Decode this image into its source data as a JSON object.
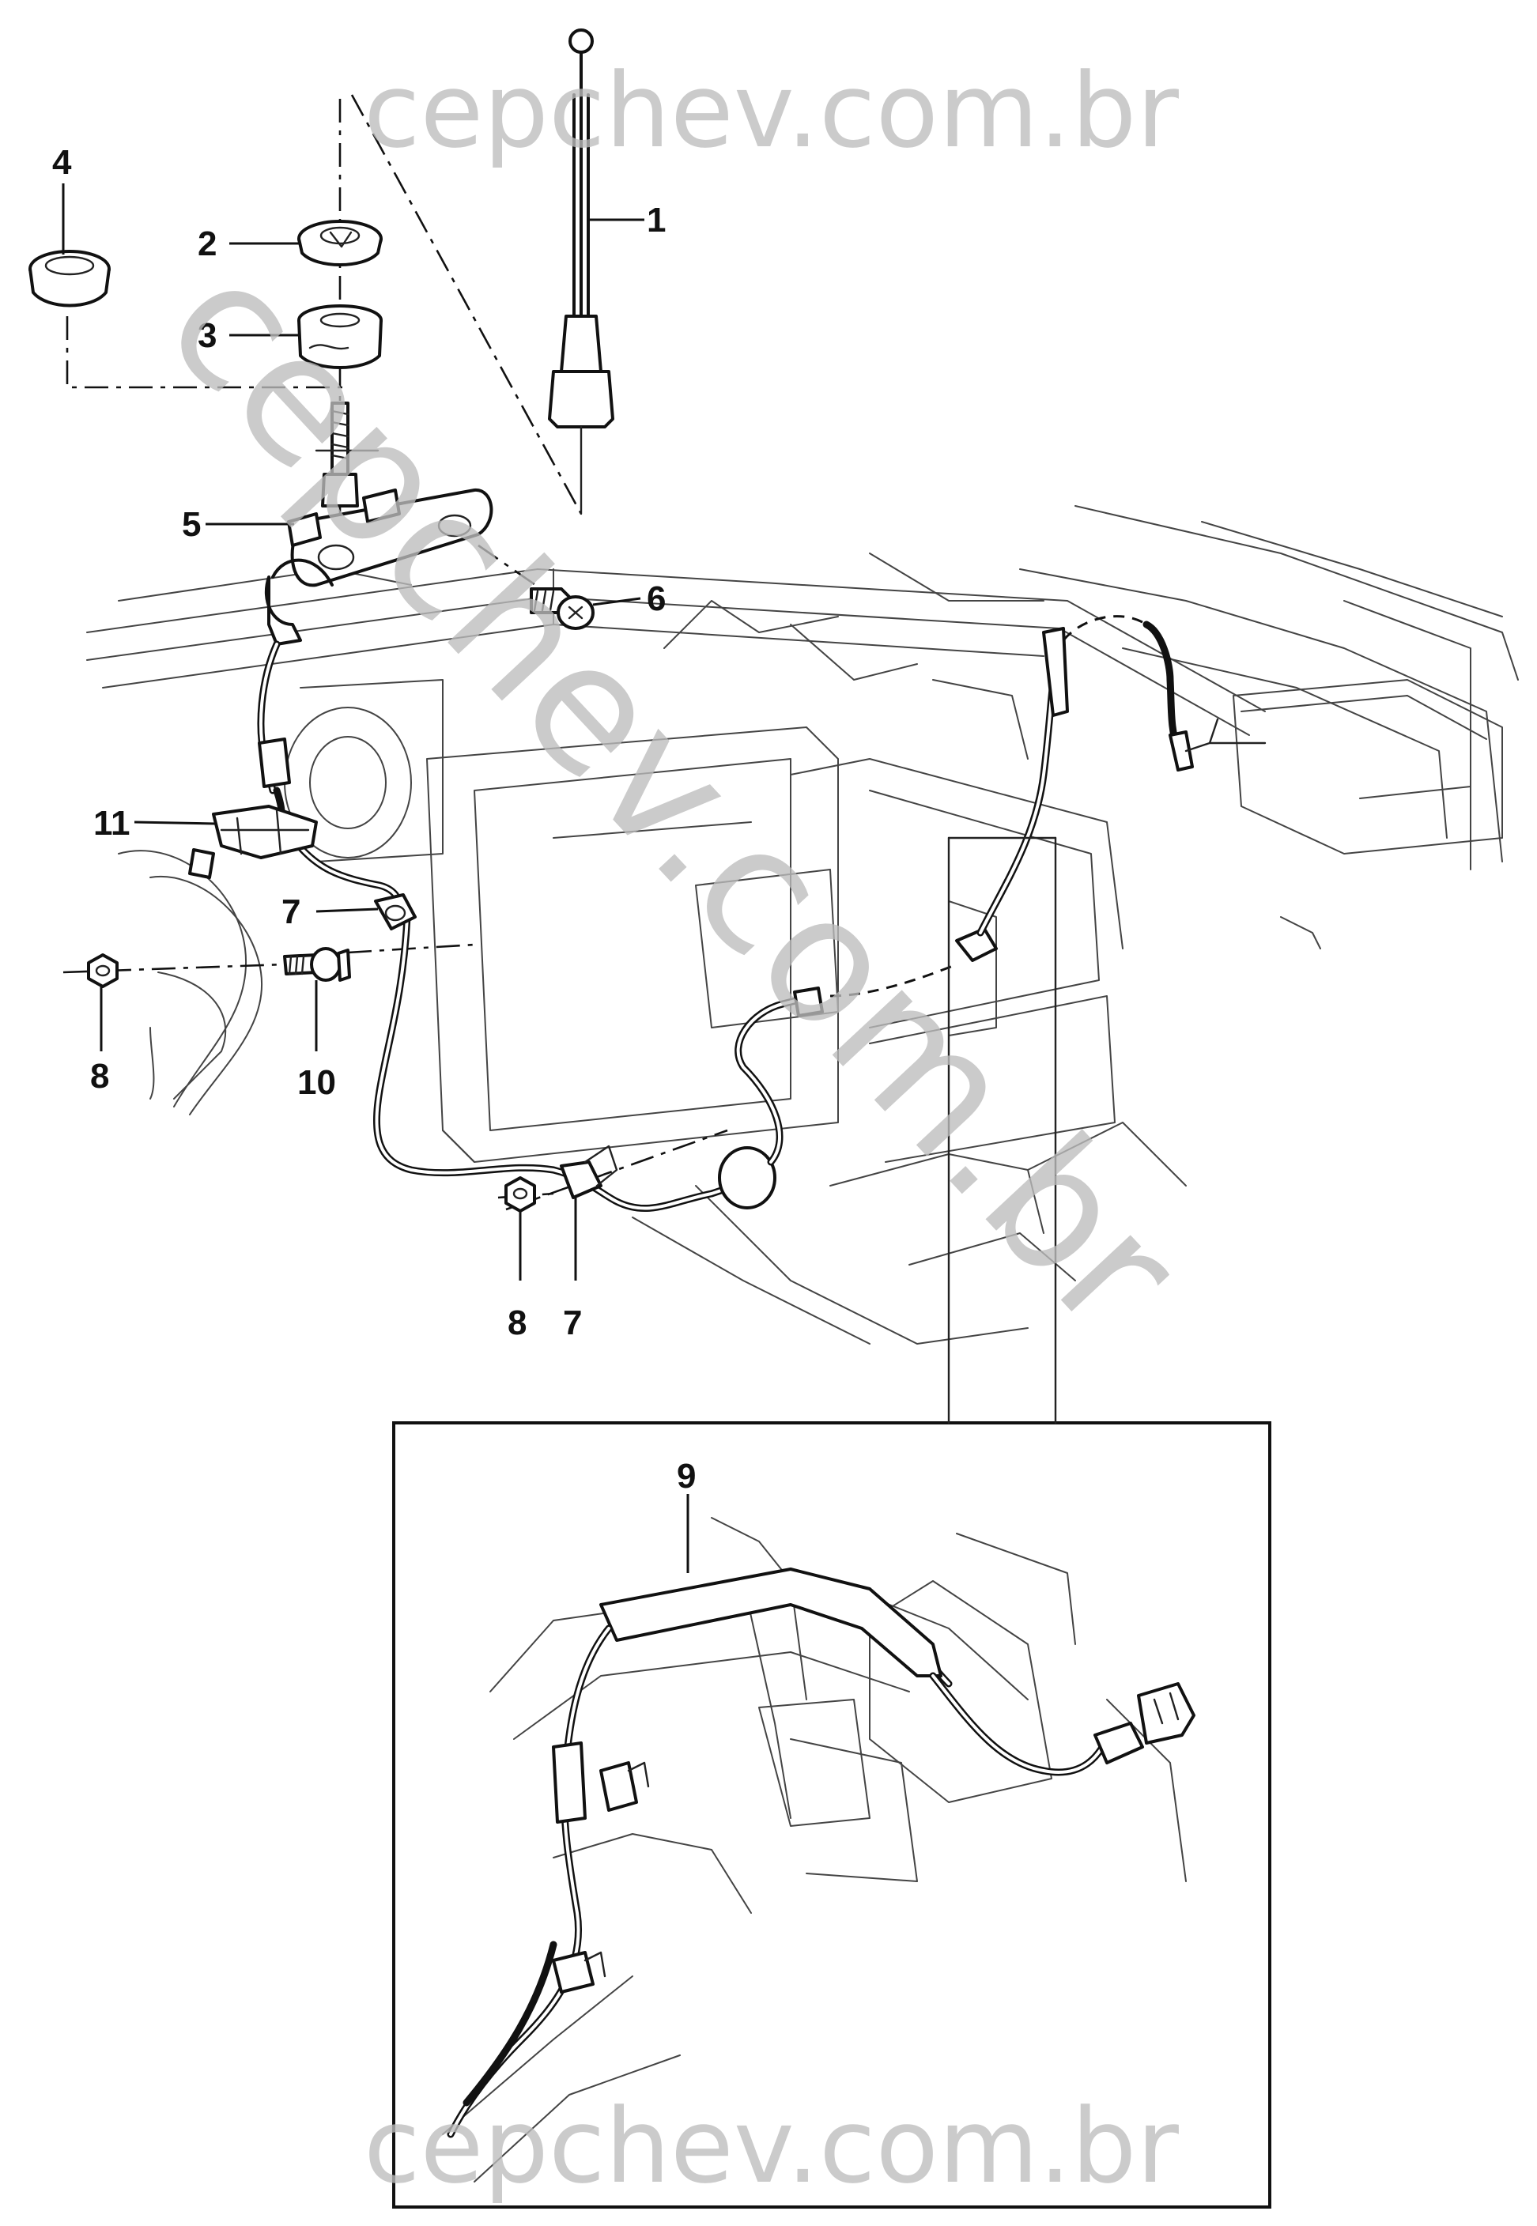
{
  "watermark": {
    "top": "cepchev.com.br",
    "diagonal": "cepchev.com.br",
    "bottom": "cepchev.com.br",
    "color": "#bdbdbd"
  },
  "callouts": [
    {
      "id": "c1",
      "label": "1"
    },
    {
      "id": "c2",
      "label": "2"
    },
    {
      "id": "c3",
      "label": "3"
    },
    {
      "id": "c4",
      "label": "4"
    },
    {
      "id": "c5",
      "label": "5"
    },
    {
      "id": "c6",
      "label": "6"
    },
    {
      "id": "c7a",
      "label": "7"
    },
    {
      "id": "c7b",
      "label": "7"
    },
    {
      "id": "c8a",
      "label": "8"
    },
    {
      "id": "c8b",
      "label": "8"
    },
    {
      "id": "c9",
      "label": "9"
    },
    {
      "id": "c10",
      "label": "10"
    },
    {
      "id": "c11",
      "label": "11"
    }
  ],
  "parts": [
    {
      "id": "c1",
      "icon": "antenna-mast-icon"
    },
    {
      "id": "c2",
      "icon": "nut-cap-icon"
    },
    {
      "id": "c3",
      "icon": "bushing-icon"
    },
    {
      "id": "c4",
      "icon": "plug-cap-icon"
    },
    {
      "id": "c5",
      "icon": "antenna-base-icon"
    },
    {
      "id": "c6",
      "icon": "screw-icon"
    },
    {
      "id": "c7a",
      "icon": "grommet-clip-icon"
    },
    {
      "id": "c7b",
      "icon": "grommet-clip-icon"
    },
    {
      "id": "c8a",
      "icon": "nut-icon"
    },
    {
      "id": "c8b",
      "icon": "nut-icon"
    },
    {
      "id": "c9",
      "icon": "cable-harness-icon"
    },
    {
      "id": "c10",
      "icon": "bolt-icon"
    },
    {
      "id": "c11",
      "icon": "cable-clip-icon"
    }
  ]
}
